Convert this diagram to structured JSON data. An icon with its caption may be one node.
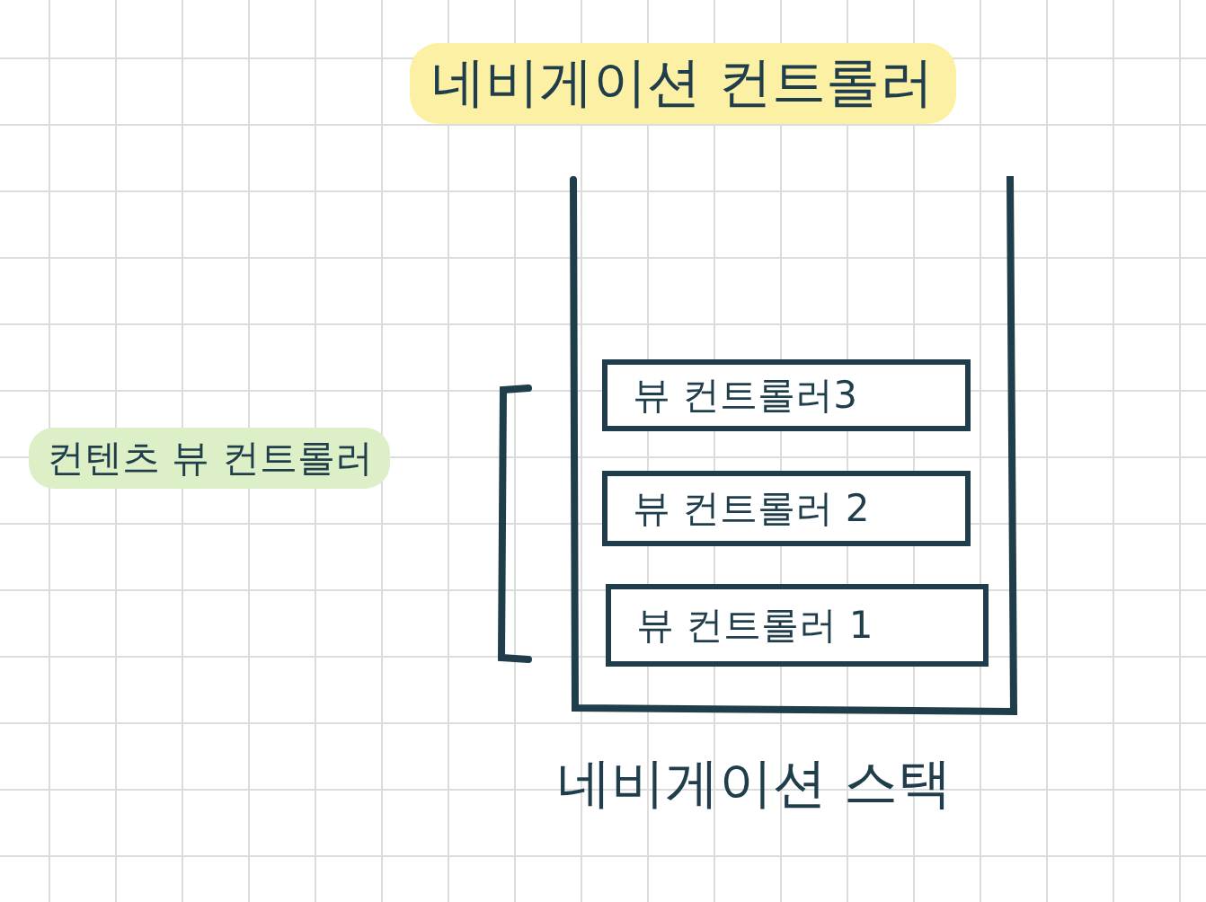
{
  "diagram": {
    "title": "네비게이션 컨트롤러",
    "nodes": [
      {
        "text": [
          "네비게이션 스택"
        ]
      },
      {
        "text": [
          "뷰 컨트롤러3"
        ],
        "in": 0
      },
      {
        "text": [
          "뷰 컨트롤러 2"
        ],
        "in": 0
      },
      {
        "text": [
          "뷰 컨트롤러 1"
        ],
        "in": 0
      }
    ],
    "edges": [],
    "labels": [
      "컨텐츠 뷰 컨트롤러"
    ]
  }
}
